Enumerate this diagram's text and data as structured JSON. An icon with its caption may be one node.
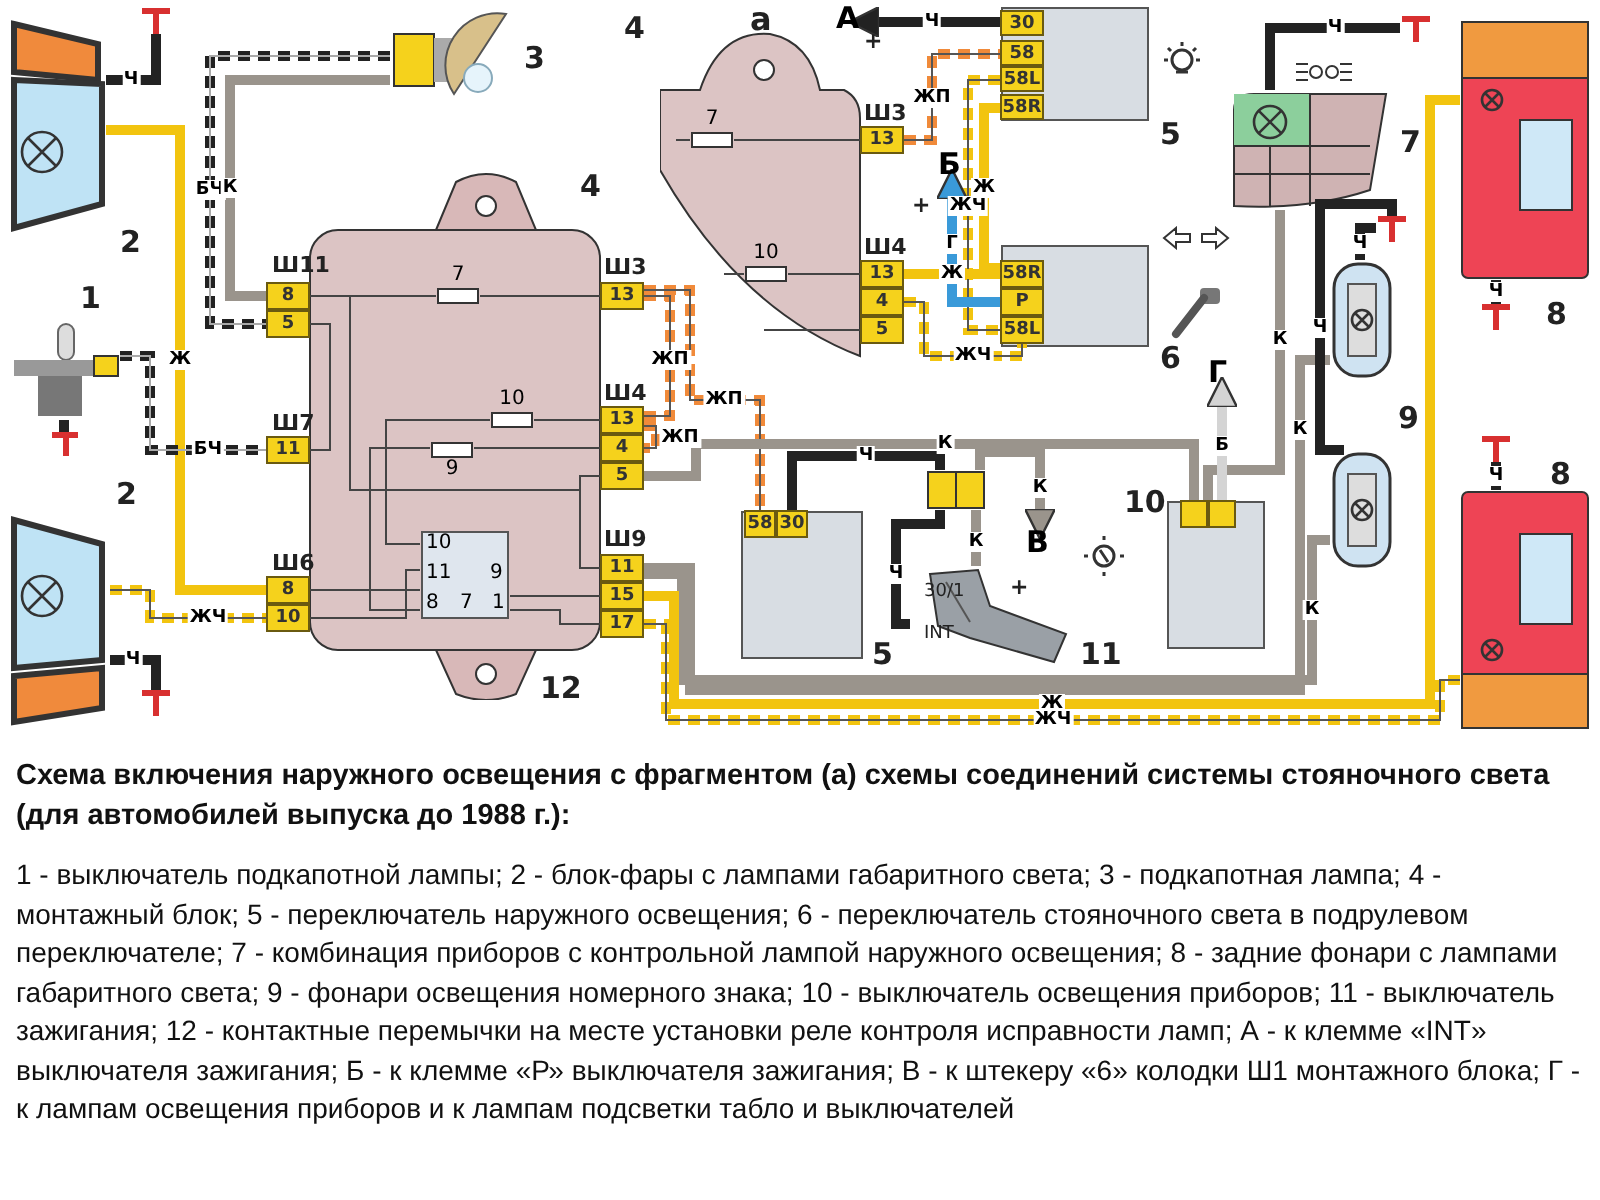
{
  "diagram": {
    "title": "Схема включения наружного освещения с фрагментом (а) схемы соединений системы стояночного света (для автомобилей выпуска до 1988 г.):",
    "caption": "1 - выключатель подкапотной лампы; 2 - блок-фары с лампами габаритного света; 3 - подкапотная лампа; 4 - монтажный блок; 5 - переключатель наружного освещения; 6 - переключатель стояночного света в подрулевом переключателе; 7 - комбинация приборов с контрольной лампой наружного освещения; 8 - задние фонари с лампами габаритного света; 9 - фонари освещения номерного знака; 10 - выключатель освещения приборов; 11 - выключатель зажигания; 12 - контактные перемычки на месте установки реле контроля исправности ламп; А - к клемме «INT» выключателя зажигания; Б - к клемме «Р» выключателя зажигания; В - к штекеру «6» колодки Ш1 монтажного блока; Г - к лампам освещения приборов и к лампам подсветки табло и выключателей",
    "nodes": [
      {
        "text": [],
        "shape": "picture",
        "beside": [
          "2"
        ]
      },
      {
        "text": [],
        "shape": "ground"
      },
      {
        "text": [],
        "shape": "picture",
        "beside": [
          "1"
        ]
      },
      {
        "text": [],
        "shape": "ground"
      },
      {
        "text": [],
        "shape": "picture",
        "beside": [
          "2"
        ]
      },
      {
        "text": [],
        "shape": "ground"
      },
      {
        "text": [],
        "shape": "picture",
        "beside": [
          "3"
        ]
      },
      {
        "text": [],
        "shape": "box",
        "beside": [
          "4"
        ]
      },
      {
        "text": [
          "8"
        ]
      },
      {
        "text": [
          "5"
        ]
      },
      {
        "text": [
          "11"
        ]
      },
      {
        "text": [
          "8"
        ]
      },
      {
        "text": [
          "10"
        ]
      },
      {
        "text": [
          "7"
        ],
        "in": 7
      },
      {
        "text": [
          "10"
        ],
        "in": 7
      },
      {
        "text": [
          "9"
        ],
        "in": 7
      },
      {
        "text": [
          "10",
          "11",
          "9",
          "8",
          "7",
          "1"
        ],
        "in": 7,
        "beside": [
          "12"
        ]
      },
      {
        "text": [
          "13"
        ]
      },
      {
        "text": [
          "13"
        ]
      },
      {
        "text": [
          "4"
        ]
      },
      {
        "text": [
          "5"
        ]
      },
      {
        "text": [
          "11"
        ]
      },
      {
        "text": [
          "15"
        ]
      },
      {
        "text": [
          "17"
        ]
      },
      {
        "text": [],
        "shape": "box",
        "beside": [
          "4"
        ]
      },
      {
        "text": [
          "7"
        ],
        "in": 24
      },
      {
        "text": [
          "10"
        ],
        "in": 24
      },
      {
        "text": [
          "13"
        ]
      },
      {
        "text": [
          "13"
        ]
      },
      {
        "text": [
          "4"
        ]
      },
      {
        "text": [
          "5"
        ]
      },
      {
        "text": [],
        "shape": "box",
        "beside": [
          "5"
        ]
      },
      {
        "text": [
          "30"
        ],
        "in": 31
      },
      {
        "text": [
          "58"
        ],
        "in": 31
      },
      {
        "text": [
          "58L"
        ],
        "in": 31
      },
      {
        "text": [
          "58R"
        ],
        "in": 31
      },
      {
        "text": [],
        "shape": "box",
        "beside": [
          "6"
        ]
      },
      {
        "text": [
          "58R"
        ],
        "in": 36
      },
      {
        "text": [
          "P"
        ],
        "in": 36
      },
      {
        "text": [
          "58L"
        ],
        "in": 36
      },
      {
        "text": [],
        "shape": "picture",
        "beside": [
          "7"
        ]
      },
      {
        "text": [],
        "shape": "ground"
      },
      {
        "text": [],
        "shape": "picture",
        "beside": [
          "8"
        ]
      },
      {
        "text": [],
        "shape": "ground"
      },
      {
        "text": [],
        "shape": "picture",
        "beside": [
          "9"
        ]
      },
      {
        "text": [],
        "shape": "ground"
      },
      {
        "text": [],
        "shape": "picture"
      },
      {
        "text": [],
        "shape": "picture",
        "beside": [
          "8"
        ]
      },
      {
        "text": [],
        "shape": "ground"
      },
      {
        "text": [],
        "shape": "box",
        "beside": [
          "5"
        ]
      },
      {
        "text": [
          "58"
        ],
        "in": 49
      },
      {
        "text": [
          "30"
        ],
        "in": 49
      },
      {
        "text": [],
        "shape": "box"
      },
      {
        "text": [],
        "shape": "picture",
        "beside": [
          "11"
        ]
      },
      {
        "text": [],
        "shape": "box",
        "beside": [
          "10"
        ]
      },
      {
        "text": [],
        "shape": "box",
        "in": 54
      },
      {
        "text": [],
        "shape": "box",
        "in": 54
      },
      {
        "text": [
          "А"
        ]
      },
      {
        "text": [
          "Б"
        ]
      },
      {
        "text": [
          "В"
        ]
      },
      {
        "text": [
          "Г"
        ]
      }
    ],
    "edges": [
      {
        "from": 0,
        "to": 1,
        "arrow": "none",
        "label": "Ч",
        "color": "#222222"
      },
      {
        "from": 0,
        "to": 11,
        "arrow": "none",
        "label": "Ж",
        "color": "#f2c40f"
      },
      {
        "from": 2,
        "to": 10,
        "arrow": "none",
        "label": "БЧ",
        "style": "dashed",
        "color": "#222222"
      },
      {
        "from": 2,
        "to": 3,
        "arrow": "none",
        "color": "#222222"
      },
      {
        "from": 4,
        "to": 12,
        "arrow": "none",
        "label": "ЖЧ",
        "style": "dashed",
        "color": "#f2c40f"
      },
      {
        "from": 4,
        "to": 5,
        "arrow": "none",
        "label": "Ч",
        "color": "#222222"
      },
      {
        "from": 6,
        "to": 9,
        "arrow": "none",
        "label": "БЧ",
        "style": "dashed",
        "color": "#222222"
      },
      {
        "from": 6,
        "to": 8,
        "arrow": "none",
        "label": "К",
        "color": "#9a948c"
      },
      {
        "from": 8,
        "to": 13,
        "arrow": "none"
      },
      {
        "from": 13,
        "to": 17,
        "arrow": "none"
      },
      {
        "from": 8,
        "to": 20,
        "arrow": "none"
      },
      {
        "from": 20,
        "to": 21,
        "arrow": "none"
      },
      {
        "from": 9,
        "to": 10,
        "arrow": "none"
      },
      {
        "from": 18,
        "to": 14,
        "arrow": "none"
      },
      {
        "from": 14,
        "to": 16,
        "arrow": "none"
      },
      {
        "from": 19,
        "to": 15,
        "arrow": "none"
      },
      {
        "from": 15,
        "to": 16,
        "arrow": "none"
      },
      {
        "from": 11,
        "to": 16,
        "arrow": "none"
      },
      {
        "from": 16,
        "to": 22,
        "arrow": "none"
      },
      {
        "from": 12,
        "to": 16,
        "arrow": "none"
      },
      {
        "from": 16,
        "to": 23,
        "arrow": "none"
      },
      {
        "from": 17,
        "to": 18,
        "arrow": "none",
        "label": "ЖП",
        "style": "dashed",
        "color": "#f08a3a"
      },
      {
        "from": 18,
        "to": 19,
        "arrow": "none",
        "label": "ЖП",
        "style": "dashed",
        "color": "#f08a3a"
      },
      {
        "from": 17,
        "to": 50,
        "arrow": "none",
        "label": "ЖП",
        "style": "dashed",
        "color": "#f08a3a"
      },
      {
        "from": 20,
        "to": 55,
        "arrow": "none",
        "label": "К",
        "color": "#9a948c"
      },
      {
        "from": 55,
        "to": 40,
        "arrow": "none",
        "label": "К",
        "color": "#9a948c"
      },
      {
        "from": 51,
        "to": 52,
        "arrow": "none",
        "label": "Ч",
        "color": "#222222"
      },
      {
        "from": 52,
        "to": 53,
        "arrow": "none",
        "label": "Ч",
        "color": "#222222"
      },
      {
        "from": 52,
        "to": 53,
        "arrow": "none",
        "label": "К",
        "color": "#9a948c"
      },
      {
        "from": 52,
        "to": 59,
        "arrow": "to",
        "label": "К",
        "color": "#9a948c"
      },
      {
        "from": 56,
        "to": 60,
        "arrow": "to",
        "label": "Б",
        "color": "#d4d4d4"
      },
      {
        "from": 21,
        "to": 44,
        "arrow": "none",
        "label": "К",
        "color": "#9a948c"
      },
      {
        "from": 21,
        "to": 46,
        "arrow": "none",
        "label": "К",
        "color": "#9a948c"
      },
      {
        "from": 22,
        "to": 42,
        "arrow": "none",
        "label": "Ж",
        "color": "#f2c40f"
      },
      {
        "from": 23,
        "to": 47,
        "arrow": "none",
        "label": "ЖЧ",
        "style": "dashed",
        "color": "#f2c40f"
      },
      {
        "from": 40,
        "to": 41,
        "arrow": "none",
        "label": "Ч",
        "color": "#222222"
      },
      {
        "from": 44,
        "to": 45,
        "arrow": "none",
        "label": "Ч",
        "color": "#222222"
      },
      {
        "from": 46,
        "to": 45,
        "arrow": "none",
        "label": "Ч",
        "color": "#222222"
      },
      {
        "from": 42,
        "to": 43,
        "arrow": "none",
        "label": "Ч",
        "color": "#222222"
      },
      {
        "from": 47,
        "to": 48,
        "arrow": "none",
        "label": "Ч",
        "color": "#222222"
      },
      {
        "from": 25,
        "to": 27,
        "arrow": "none"
      },
      {
        "from": 26,
        "to": 28,
        "arrow": "none"
      },
      {
        "from": 27,
        "to": 33,
        "arrow": "none",
        "label": "ЖП",
        "style": "dashed",
        "color": "#f08a3a"
      },
      {
        "from": 32,
        "to": 57,
        "arrow": "to",
        "label": "Ч",
        "color": "#222222"
      },
      {
        "from": 34,
        "to": 39,
        "arrow": "none",
        "label": "ЖЧ",
        "style": "dashed",
        "color": "#f2c40f"
      },
      {
        "from": 29,
        "to": 39,
        "arrow": "none",
        "label": "ЖЧ",
        "style": "dashed",
        "color": "#f2c40f"
      },
      {
        "from": 35,
        "to": 37,
        "arrow": "none",
        "label": "Ж",
        "color": "#f2c40f"
      },
      {
        "from": 28,
        "to": 37,
        "arrow": "none",
        "label": "Ж",
        "color": "#f2c40f"
      },
      {
        "from": 38,
        "to": 58,
        "arrow": "to",
        "label": "Г",
        "color": "#3a9ad9"
      }
    ],
    "labels": [
      "а",
      "+",
      "Ш3",
      "+",
      "Ш4",
      "Ш11",
      "Ш3",
      "Ш4",
      "Ш7",
      "Ш9",
      "Ш6",
      "+",
      "30/1",
      "INT"
    ]
  }
}
